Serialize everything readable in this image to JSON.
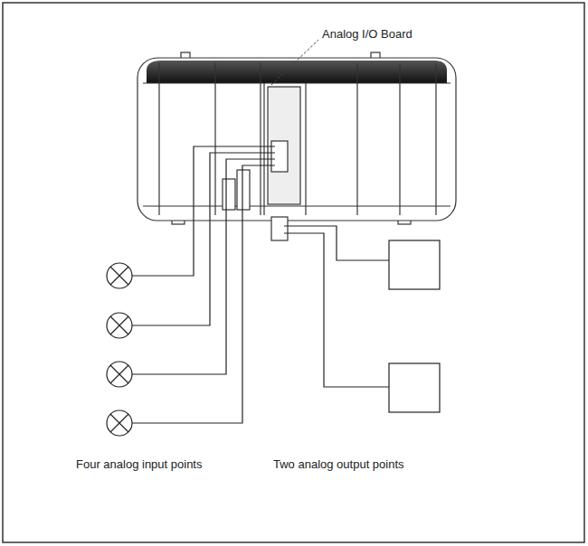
{
  "diagram": {
    "labels": [
      "Analog I/O Board",
      "Four analog input points",
      "Two analog output points"
    ]
  }
}
